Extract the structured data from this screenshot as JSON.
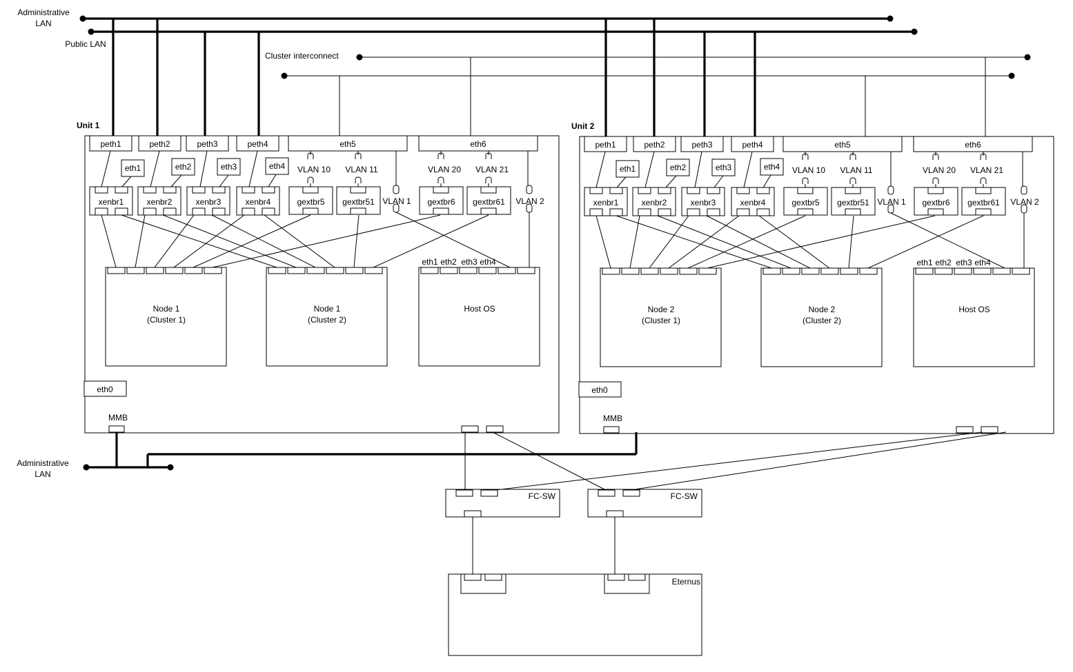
{
  "networks": {
    "admin_lan_top": "Administrative\nLAN",
    "public_lan": "Public LAN",
    "cluster_interconnect": "Cluster interconnect",
    "admin_lan_bottom": "Administrative\nLAN"
  },
  "units": [
    {
      "title": "Unit 1",
      "peths": [
        "peth1",
        "peth2",
        "peth3",
        "peth4"
      ],
      "uplinks": [
        "eth5",
        "eth6"
      ],
      "eths": [
        "eth1",
        "eth2",
        "eth3",
        "eth4"
      ],
      "xenbrs": [
        "xenbr1",
        "xenbr2",
        "xenbr3",
        "xenbr4"
      ],
      "vlan_tags": [
        "VLAN 10",
        "VLAN 11",
        "VLAN 20",
        "VLAN 21"
      ],
      "gextbrs": [
        "gextbr5",
        "gextbr51",
        "gextbr6",
        "gextbr61"
      ],
      "vlan_host": [
        "VLAN 1",
        "VLAN 2"
      ],
      "node_a": "Node 1\n(Cluster 1)",
      "node_b": "Node 1\n(Cluster 2)",
      "host": "Host OS",
      "host_eths": [
        "eth1",
        "eth2",
        "eth3",
        "eth4"
      ],
      "eth0": "eth0",
      "mmb": "MMB"
    },
    {
      "title": "Unit 2",
      "peths": [
        "peth1",
        "peth2",
        "peth3",
        "peth4"
      ],
      "uplinks": [
        "eth5",
        "eth6"
      ],
      "eths": [
        "eth1",
        "eth2",
        "eth3",
        "eth4"
      ],
      "xenbrs": [
        "xenbr1",
        "xenbr2",
        "xenbr3",
        "xenbr4"
      ],
      "vlan_tags": [
        "VLAN 10",
        "VLAN 11",
        "VLAN 20",
        "VLAN 21"
      ],
      "gextbrs": [
        "gextbr5",
        "gextbr51",
        "gextbr6",
        "gextbr61"
      ],
      "vlan_host": [
        "VLAN 1",
        "VLAN 2"
      ],
      "node_a": "Node 2\n(Cluster 1)",
      "node_b": "Node 2\n(Cluster 2)",
      "host": "Host OS",
      "host_eths": [
        "eth1",
        "eth2",
        "eth3",
        "eth4"
      ],
      "eth0": "eth0",
      "mmb": "MMB"
    }
  ],
  "fc_switches": [
    "FC-SW",
    "FC-SW"
  ],
  "storage": "Eternus"
}
